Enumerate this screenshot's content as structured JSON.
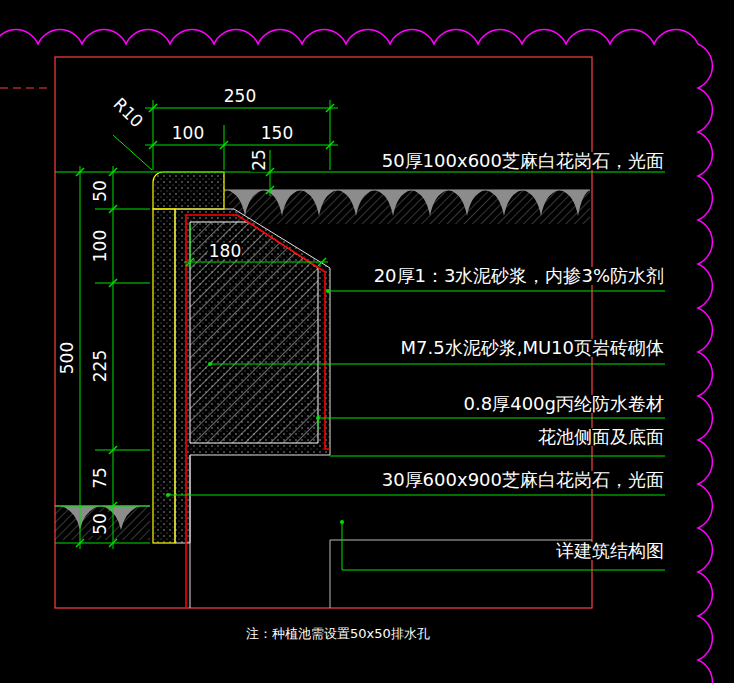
{
  "diagram": {
    "labels": [
      "R10",
      "250",
      "100",
      "150",
      "25",
      "50厚100x600芝麻白花岗石，光面",
      "50",
      "100",
      "180",
      "20厚1：3水泥砂浆，内掺3%防水剂",
      "500",
      "225",
      "M7.5水泥砂浆,MU10页岩砖砌体",
      "0.8厚400g丙纶防水卷材",
      "花池侧面及底面",
      "75",
      "30厚600x900芝麻白花岗石，光面",
      "50",
      "详建筑结构图",
      "注：种植池需设置50x50排水孔"
    ]
  }
}
